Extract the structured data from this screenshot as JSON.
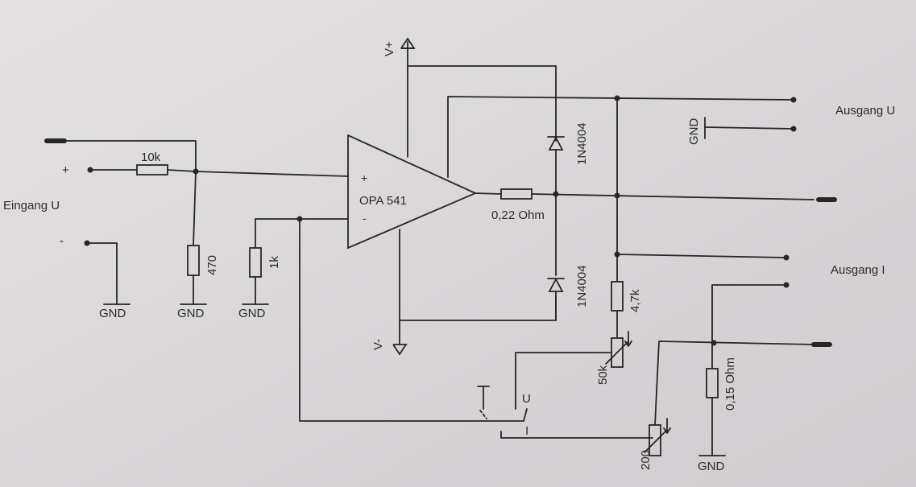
{
  "labels": {
    "input": "Eingang U",
    "plus": "+",
    "minus": "-",
    "out_u": "Ausgang U",
    "out_i": "Ausgang I",
    "vplus": "V+",
    "vminus": "V-",
    "opamp": "OPA 541",
    "opamp_plus": "+",
    "opamp_minus": "-",
    "sw_u": "U",
    "sw_i": "I"
  },
  "components": {
    "r1": "10k",
    "r2": "470",
    "r3": "1k",
    "r4": "0,22 Ohm",
    "r5": "4,7k",
    "pot1": "50k",
    "r6": "0,15 Ohm",
    "pot2": "200",
    "d1": "1N4004",
    "d2": "1N4004"
  },
  "grounds": {
    "g1": "GND",
    "g2": "GND",
    "g3": "GND",
    "g4": "GND",
    "g5": "GND"
  }
}
